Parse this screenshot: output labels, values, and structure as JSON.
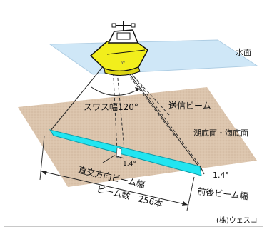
{
  "diagram": {
    "labels": {
      "water_surface": "水面",
      "swath_width": "スワス幅120°",
      "transmit_beam": "送信ビーム",
      "bottom": "湖底面・海底面",
      "cross_angle": "1.4°",
      "along_angle": "1.4°",
      "cross_beam_width": "直交方向ビーム幅",
      "along_beam_width": "前後ビーム幅",
      "beam_count": "ビーム数　256本",
      "credit": "(株)ウェスコ"
    },
    "colors": {
      "water": "#cfe7f7",
      "bottom": "#ddc6ae",
      "boat_hull": "#f2ee1c",
      "beam_strip": "#22e5f0"
    }
  }
}
